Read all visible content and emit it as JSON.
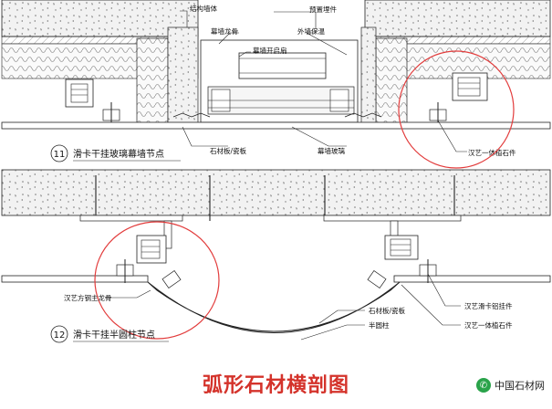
{
  "labels": {
    "structural_wall": "结构墙体",
    "embedded_part": "预置埋件",
    "curtain_keel": "幕墙龙骨",
    "exterior_insulation": "外墙保温",
    "curtain_window": "幕墙开启扇",
    "stone_tile": "石材板/瓷板",
    "curtain_glass": "幕墙玻璃",
    "hanyi_integrated": "汉艺一体植石件",
    "hanyi_steel_keel": "汉艺方钢主龙骨",
    "hanyi_slide_alum": "汉艺滑卡铝挂件",
    "hanyi_integrated_2": "汉艺一体植石件",
    "stone_tile_2": "石材板/瓷板",
    "half_column": "半圆柱"
  },
  "detail11": {
    "number": "11",
    "title": "滑卡干挂玻璃幕墙节点"
  },
  "detail12": {
    "number": "12",
    "title": "滑卡干挂半圆柱节点"
  },
  "caption": "弧形石材横剖图",
  "watermark": "中国石材网",
  "colors": {
    "highlight": "#e23b3b",
    "caption": "#d4332b",
    "line": "#222222"
  }
}
